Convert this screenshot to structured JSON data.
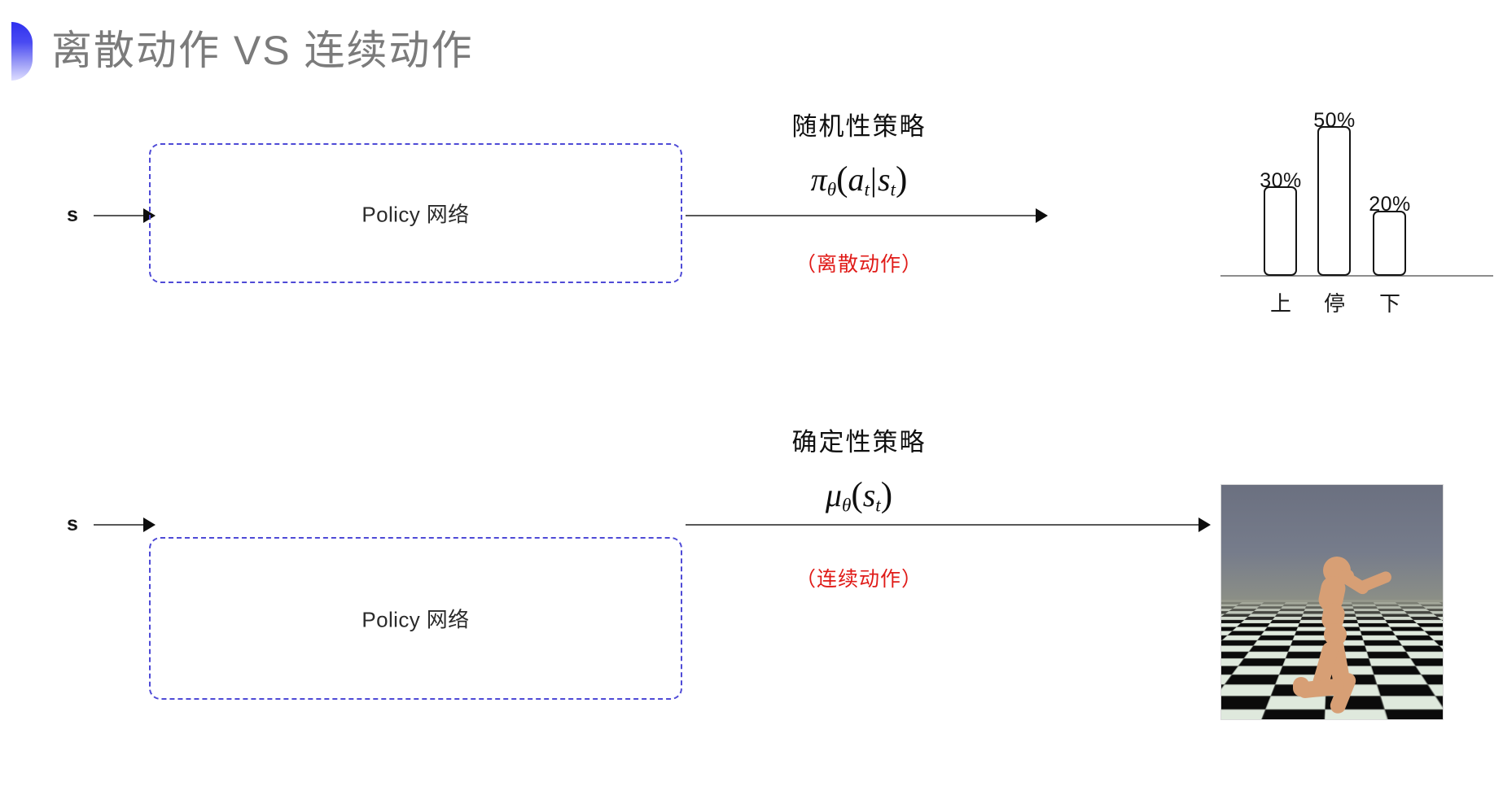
{
  "slide": {
    "title": "离散动作 VS 连续动作",
    "accent_color": "#2f30ef",
    "title_color": "#7b7b7b",
    "dashed_box_color": "#4e4ad6",
    "action_tag_color": "#e01b18"
  },
  "rows": [
    {
      "input_label": "s",
      "policy_box_label": "Policy 网络",
      "policy_kind_title": "随机性策略",
      "formula": {
        "main": "π",
        "sub_param": "θ",
        "open": "(",
        "arg1": "a",
        "arg1_sub": "t",
        "separator": "|",
        "arg2": "s",
        "arg2_sub": "t",
        "close": ")",
        "plain": "πθ(at|st)"
      },
      "action_tag": "（离散动作）",
      "output_kind": "bar-chart"
    },
    {
      "input_label": "s",
      "policy_box_label": "Policy 网络",
      "policy_kind_title": "确定性策略",
      "formula": {
        "main": "μ",
        "sub_param": "θ",
        "open": "(",
        "arg1": "s",
        "arg1_sub": "t",
        "close": ")",
        "plain": "μθ(st)"
      },
      "action_tag": "（连续动作）",
      "output_kind": "humanoid-simulation"
    }
  ],
  "chart_data": {
    "type": "bar",
    "title": "",
    "xlabel": "",
    "ylabel": "",
    "categories": [
      "上",
      "停",
      "下"
    ],
    "values": [
      30,
      50,
      20
    ],
    "value_labels": [
      "30%",
      "50%",
      "20%"
    ],
    "ylim": [
      0,
      55
    ],
    "grid": false,
    "legend": "none",
    "bar_fill": "#ffffff",
    "bar_stroke": "#141414"
  },
  "humanoid": {
    "caption": "",
    "description": "MuJoCo humanoid on checkerboard floor"
  }
}
